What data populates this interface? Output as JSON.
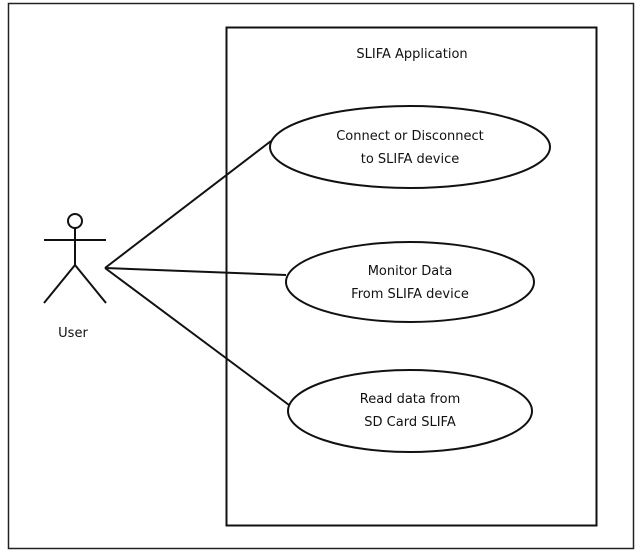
{
  "diagram": {
    "system_label": "SLIFA Application",
    "actor": {
      "label": "User"
    },
    "use_cases": [
      {
        "line1": "Connect or Disconnect",
        "line2": "to SLIFA device"
      },
      {
        "line1": "Monitor Data",
        "line2": "From SLIFA device"
      },
      {
        "line1": "Read data from",
        "line2": "SD Card SLIFA"
      }
    ]
  }
}
